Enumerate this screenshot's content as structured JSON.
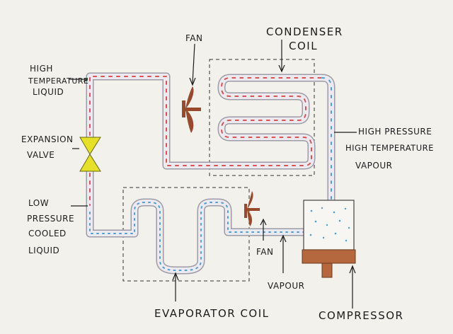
{
  "labels": {
    "fan_top": "FAN",
    "condenser_1": "CONDENSER",
    "condenser_2": "COIL",
    "high_temp_liquid_1": "HIGH",
    "high_temp_liquid_2": "TEMPERATURE",
    "high_temp_liquid_3": "LIQUID",
    "expansion_1": "EXPANSION",
    "expansion_2": "VALVE",
    "low_pressure_1": "LOW",
    "low_pressure_2": "PRESSURE",
    "low_pressure_3": "COOLED",
    "low_pressure_4": "LIQUID",
    "high_pressure_1": "HIGH PRESSURE",
    "high_pressure_2": "HIGH TEMPERATURE",
    "high_pressure_3": "VAPOUR",
    "fan_bottom": "FAN",
    "vapour": "VAPOUR",
    "evaporator": "EVAPORATOR COIL",
    "compressor": "COMPRESSOR"
  },
  "colors": {
    "paper": "#f3f1ec",
    "tube": "#b9b9c2",
    "hot_dash": "#d9534f",
    "cold_dash": "#4a9fd8",
    "valve": "#e6e02a",
    "compressor_base": "#b5673d",
    "fan_blade": "#9a4a2c",
    "ink": "#1c1c1c"
  }
}
